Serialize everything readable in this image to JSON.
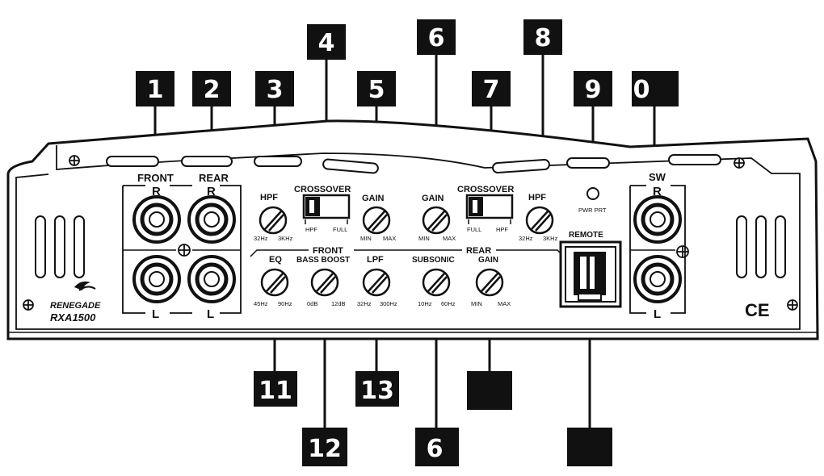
{
  "callouts": {
    "n1": "1",
    "n2": "2",
    "n3": "3",
    "n4": "4",
    "n5": "5",
    "n6": "6",
    "n7": "7",
    "n8": "8",
    "n9": "9",
    "n10": "0",
    "n11": "11",
    "n12": "12",
    "n13": "13",
    "n6b": "6"
  },
  "panel": {
    "front_label": "FRONT",
    "rear_label": "REAR",
    "sw_label": "SW",
    "r": "R",
    "l": "L",
    "hpf_front": "HPF",
    "hpf_front_min": "32Hz",
    "hpf_front_max": "3KHz",
    "crossover_front": "CROSSOVER",
    "crossover_front_left": "HPF",
    "crossover_front_right": "FULL",
    "gain_front": "GAIN",
    "gain_min": "MIN",
    "gain_max": "MAX",
    "gain_rear": "GAIN",
    "crossover_rear": "CROSSOVER",
    "crossover_rear_left": "FULL",
    "crossover_rear_right": "HPF",
    "hpf_rear": "HPF",
    "hpf_rear_min": "32Hz",
    "hpf_rear_max": "3KHz",
    "pwr_prt": "PWR PRT",
    "front_section": "FRONT",
    "rear_section": "REAR",
    "remote": "REMOTE",
    "eq": "EQ",
    "eq_min": "45Hz",
    "eq_max": "90Hz",
    "bass_boost": "BASS BOOST",
    "bass_min": "0dB",
    "bass_max": "12dB",
    "lpf": "LPF",
    "lpf_min": "32Hz",
    "lpf_max": "300Hz",
    "subsonic": "SUBSONIC",
    "subsonic_min": "10Hz",
    "subsonic_max": "60Hz",
    "gain_sub": "GAIN",
    "brand": "RENEGADE",
    "model": "RXA1500",
    "ce": "CE"
  }
}
